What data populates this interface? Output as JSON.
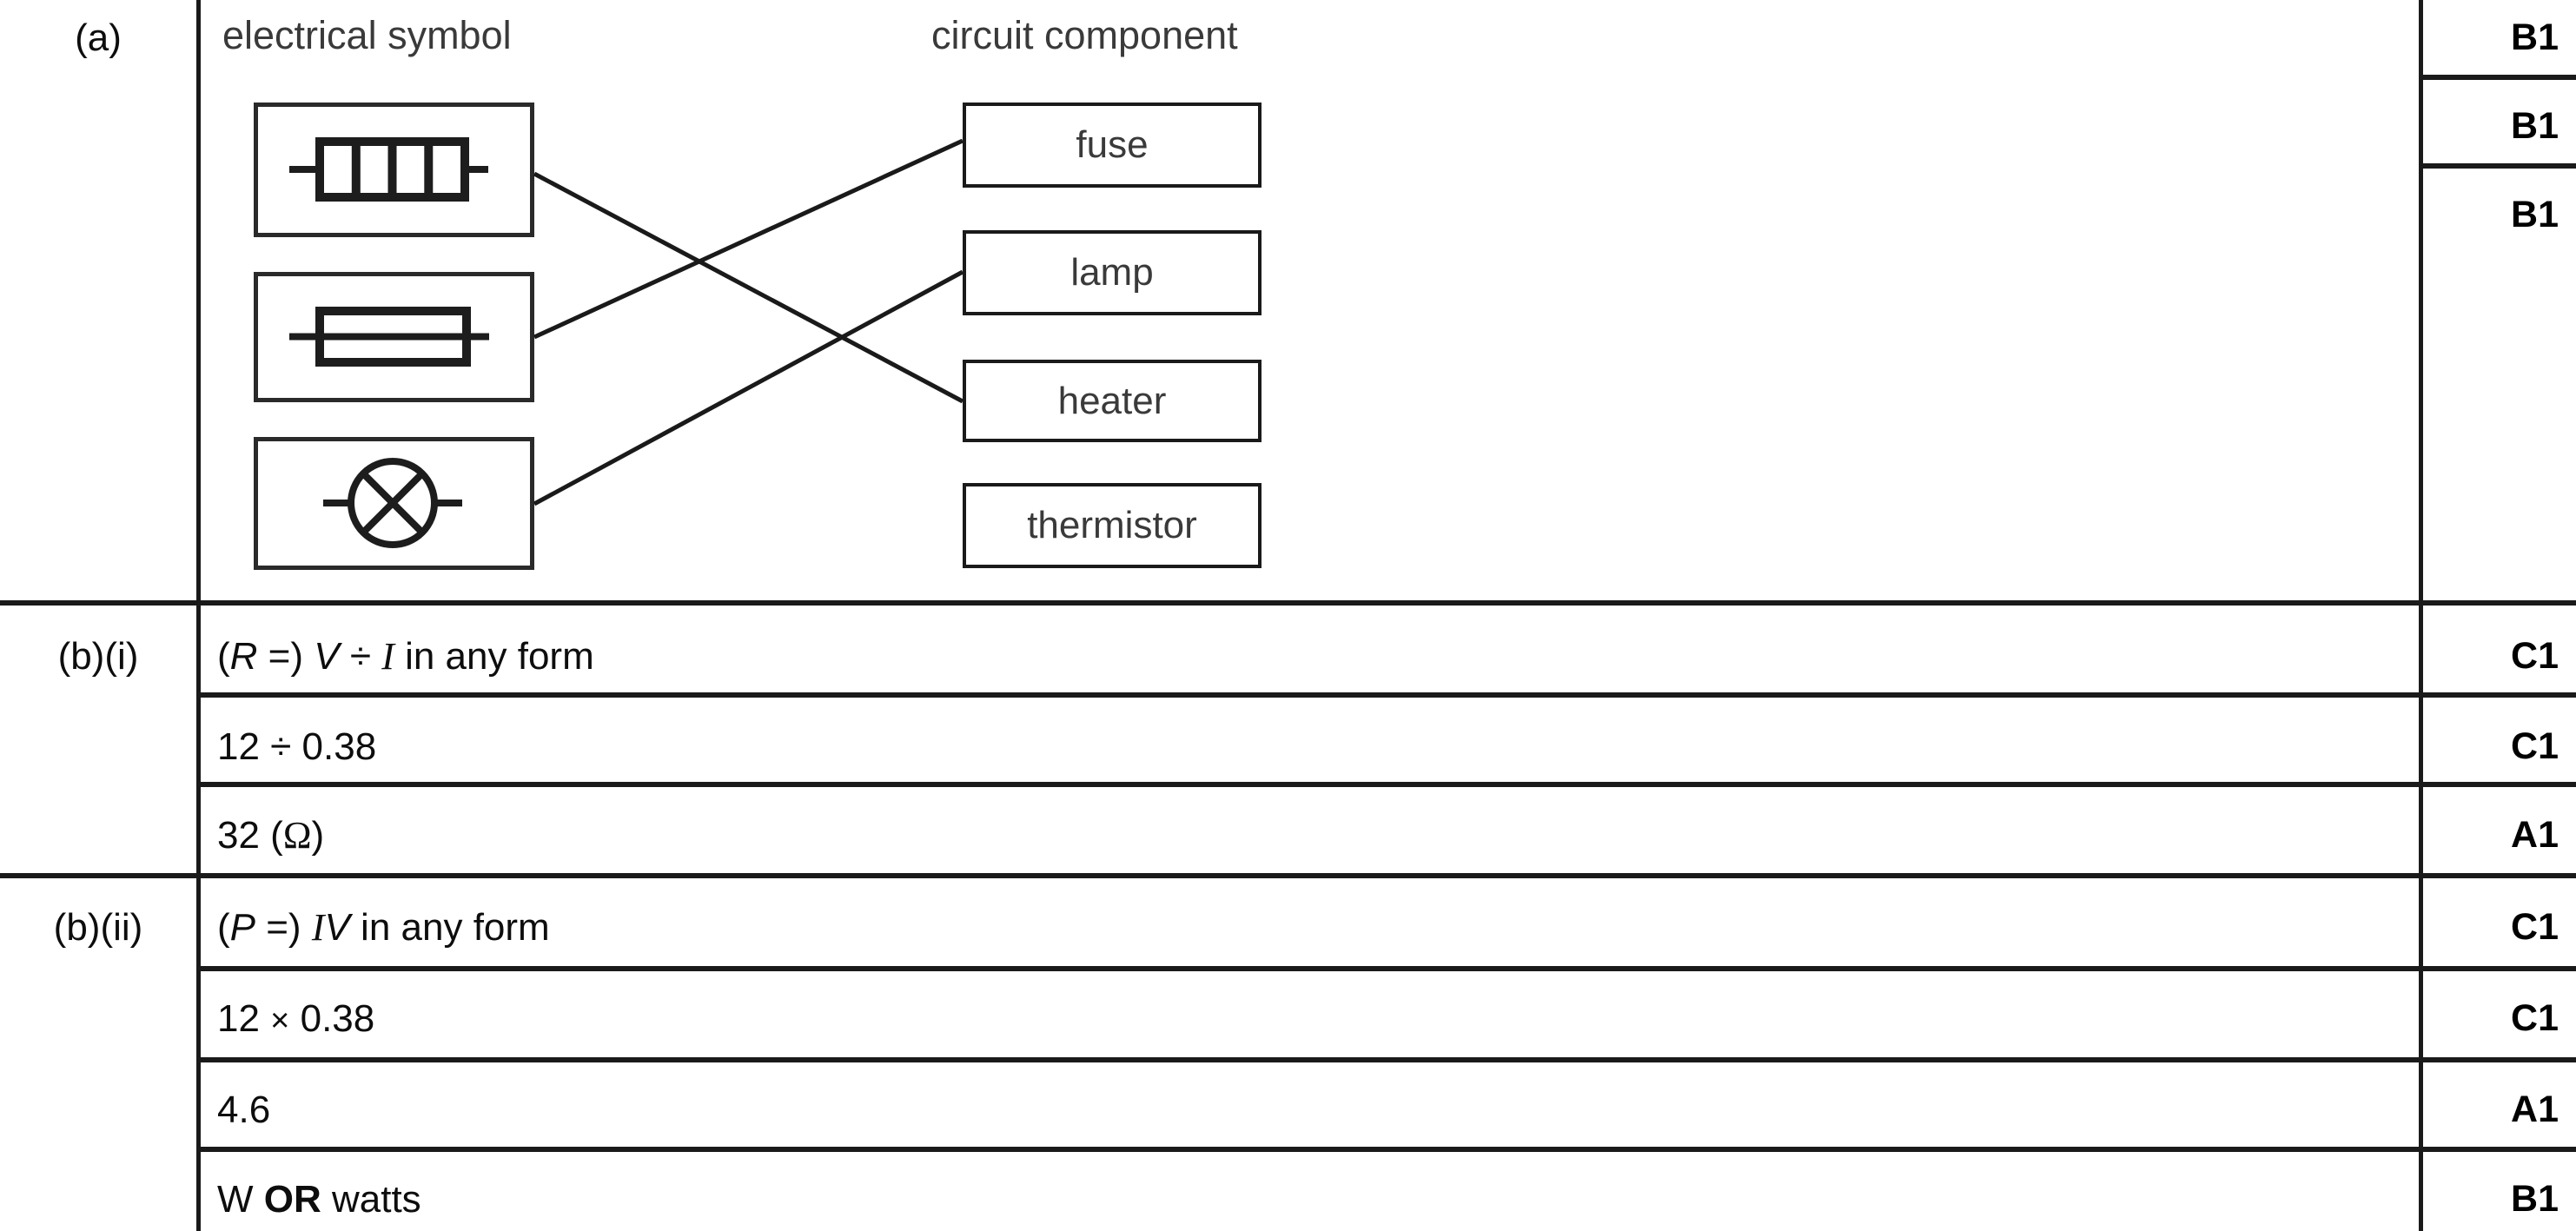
{
  "colors": {
    "border": "#1a1a1a",
    "body_text": "#0d0d0d",
    "diagram_text": "#3a3a3a"
  },
  "columns": {
    "symbol_header": "electrical symbol",
    "component_header": "circuit component"
  },
  "part_a": {
    "label": "(a)",
    "symbols": [
      "heating-element-symbol",
      "fuse-symbol",
      "lamp-symbol"
    ],
    "components": [
      "fuse",
      "lamp",
      "heater",
      "thermistor"
    ],
    "matches": [
      {
        "from": "heating-element-symbol",
        "to": "heater"
      },
      {
        "from": "fuse-symbol",
        "to": "fuse"
      },
      {
        "from": "lamp-symbol",
        "to": "lamp"
      }
    ],
    "marks": [
      "B1",
      "B1",
      "B1"
    ]
  },
  "part_bi": {
    "label": "(b)(i)",
    "rows": [
      {
        "parts": [
          "(",
          "R",
          " =) ",
          "V",
          " ÷ ",
          "I",
          " in any form"
        ],
        "mark": "C1"
      },
      {
        "parts": [
          "12 ÷ 0.38"
        ],
        "mark": "C1"
      },
      {
        "parts": [
          "32 (",
          "Ω",
          ")"
        ],
        "mark": "A1"
      }
    ]
  },
  "part_bii": {
    "label": "(b)(ii)",
    "rows": [
      {
        "parts": [
          "(",
          "P",
          " =) ",
          "I",
          "V",
          " in any form"
        ],
        "mark": "C1"
      },
      {
        "parts": [
          "12 ",
          "×",
          " 0.38"
        ],
        "mark": "C1"
      },
      {
        "parts": [
          "4.6"
        ],
        "mark": "A1"
      },
      {
        "parts": [
          "W ",
          "OR",
          " watts"
        ],
        "mark": "B1"
      }
    ]
  }
}
